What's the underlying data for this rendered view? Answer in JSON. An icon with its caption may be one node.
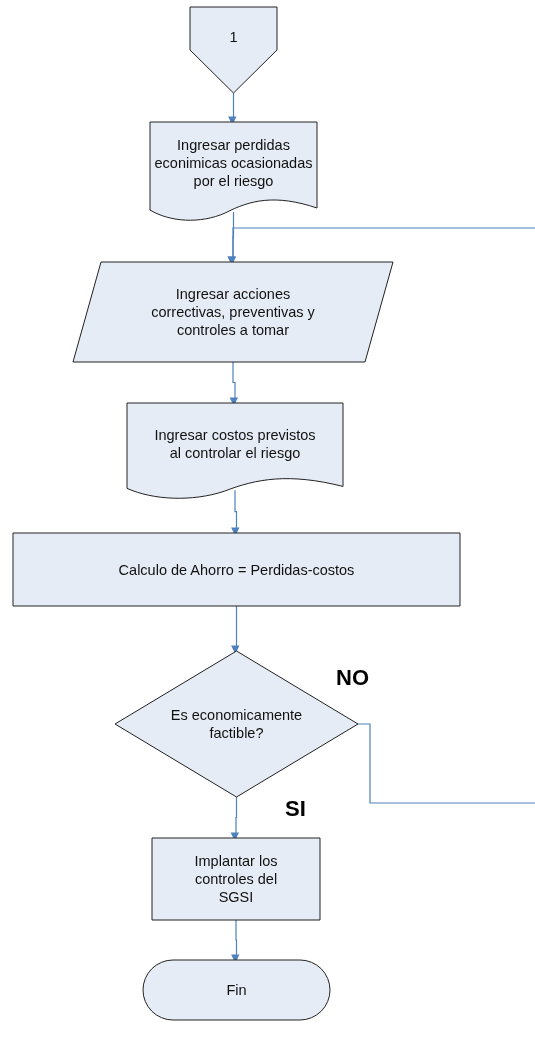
{
  "diagram": {
    "nodes": [
      {
        "text": [
          "1"
        ]
      },
      {
        "text": [
          "Ingresar perdidas econimicas ocasionadas por el riesgo"
        ]
      },
      {
        "text": [
          "Ingresar acciones correctivas, preventivas y controles a tomar"
        ]
      },
      {
        "text": [
          "Ingresar costos previstos al controlar el riesgo"
        ]
      },
      {
        "text": [
          "Calculo de Ahorro = Perdidas-costos"
        ]
      },
      {
        "text": [
          "Es economicamente factible?"
        ]
      },
      {
        "text": [
          "Implantar los controles del SGSI"
        ]
      },
      {
        "text": [
          "Fin"
        ]
      }
    ],
    "edges": [
      {
        "from": 0,
        "to": 1,
        "arrow": "to"
      },
      {
        "from": 1,
        "to": 2,
        "arrow": "to"
      },
      {
        "from": 2,
        "to": 3,
        "arrow": "to"
      },
      {
        "from": 3,
        "to": 4,
        "arrow": "to"
      },
      {
        "from": 4,
        "to": 5,
        "arrow": "to"
      },
      {
        "from": 5,
        "to": 6,
        "arrow": "to",
        "label": "SI"
      },
      {
        "from": 5,
        "to": null,
        "arrow": "none",
        "label": "NO"
      },
      {
        "from": null,
        "to": 2,
        "arrow": "to"
      },
      {
        "from": 6,
        "to": 7,
        "arrow": "to"
      }
    ]
  }
}
